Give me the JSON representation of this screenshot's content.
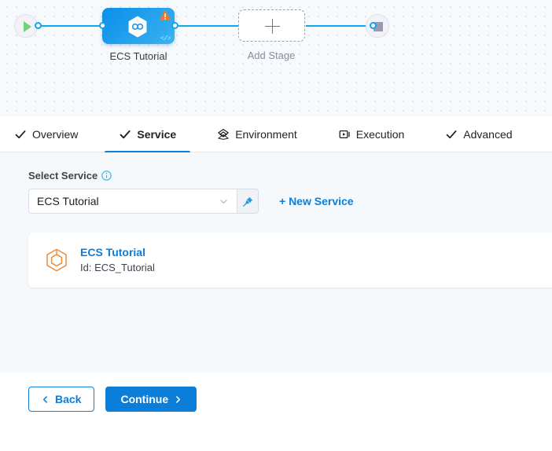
{
  "canvas": {
    "start_node": {
      "icon": "play-icon",
      "label": ""
    },
    "stage_node": {
      "label": "ECS Tutorial",
      "icon": "harness-hexagon-icon",
      "status_icon": "warning-triangle-icon",
      "badge_icon": "code-brackets-icon"
    },
    "add_stage": {
      "label": "Add Stage",
      "icon": "plus-icon"
    },
    "end_node": {
      "icon": "stop-square-icon",
      "label": ""
    }
  },
  "tabs": [
    {
      "label": "Overview",
      "icon": "check-icon",
      "active": false
    },
    {
      "label": "Service",
      "icon": "check-icon",
      "active": true
    },
    {
      "label": "Environment",
      "icon": "layers-icon",
      "active": false
    },
    {
      "label": "Execution",
      "icon": "play-box-icon",
      "active": false
    },
    {
      "label": "Advanced",
      "icon": "check-icon",
      "active": false
    }
  ],
  "form": {
    "select_service_label": "Select Service",
    "info_icon": "info-icon",
    "service_value": "ECS Tutorial",
    "chevron_icon": "chevron-down-icon",
    "pin_icon": "pin-icon",
    "new_service_label": "+ New Service"
  },
  "service_card": {
    "icon": "service-hexagon-icon",
    "name": "ECS Tutorial",
    "id": "Id: ECS_Tutorial"
  },
  "footer": {
    "back_label": "Back",
    "back_icon": "chevron-left-icon",
    "continue_label": "Continue",
    "continue_icon": "chevron-right-icon"
  },
  "colors": {
    "accent_blue": "#0b7ed9",
    "edge_blue": "#0da7f2",
    "node_gradient_start": "#0b8ee8",
    "node_gradient_end": "#3ab3f2",
    "warning_orange": "#f2772a",
    "play_green": "#6fd37a",
    "service_icon_orange": "#f08b38",
    "canvas_bg": "#f7fafc",
    "panel_bg": "#f6f9fc"
  }
}
